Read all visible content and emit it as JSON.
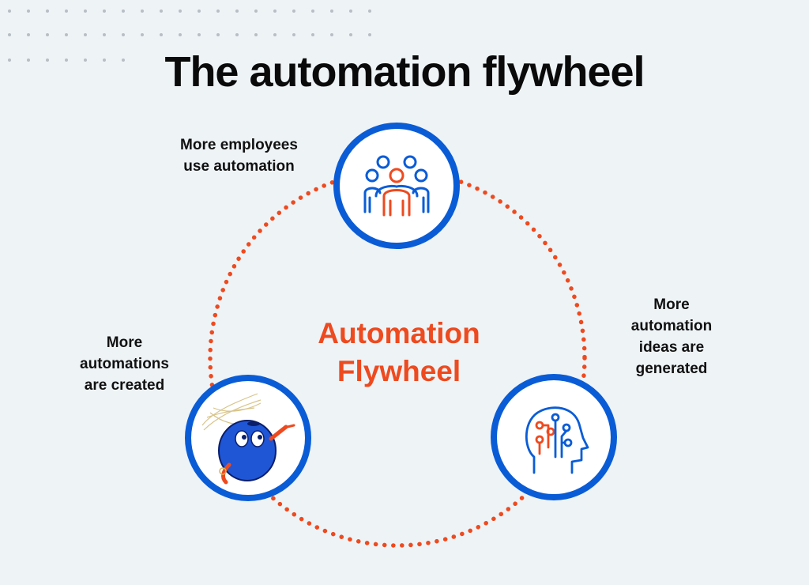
{
  "title": "The automation flywheel",
  "center": {
    "line1": "Automation",
    "line2": "Flywheel"
  },
  "nodes": {
    "top": {
      "label_line1": "More employees",
      "label_line2": "use automation",
      "icon": "people-group-icon"
    },
    "right": {
      "label_line1": "More",
      "label_line2": "automation",
      "label_line3": "ideas are",
      "label_line4": "generated",
      "icon": "brain-circuit-head-icon"
    },
    "left": {
      "label_line1": "More",
      "label_line2": "automations",
      "label_line3": "are created",
      "icon": "robot-mascot-icon"
    }
  },
  "colors": {
    "background": "#eef3f6",
    "ring_blue": "#0a5cd6",
    "accent_orange": "#ee4a1f",
    "title": "#0a0a0a"
  }
}
